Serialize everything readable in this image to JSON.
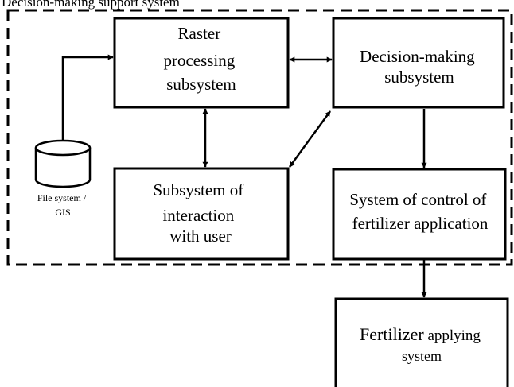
{
  "caption": "Decision-making support system",
  "boxes": {
    "raster": [
      "Raster",
      "processing",
      "subsystem"
    ],
    "decision": [
      "Decision-making",
      "subsystem"
    ],
    "interaction": [
      "Subsystem of",
      "interaction",
      "with user"
    ],
    "control": [
      "System of control of",
      "fertilizer application"
    ],
    "fertilizer": {
      "word1": "Fertilizer",
      "word2": "applying",
      "line2": "system"
    }
  },
  "storage": {
    "line1": "File system /",
    "line2": "GIS"
  },
  "icons": {
    "storage": "database-cylinder-icon"
  }
}
